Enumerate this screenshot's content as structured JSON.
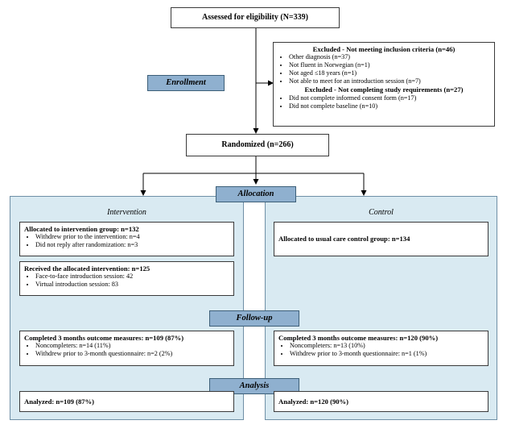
{
  "assessed": "Assessed for eligibility (N=339)",
  "enrollment": "Enrollment",
  "excluded": {
    "heading1": "Excluded - Not meeting inclusion criteria (n=46)",
    "items1": [
      "Other diagnosis (n=37)",
      "Not fluent in Norwegian (n=1)",
      "Not aged ≤18 years (n=1)",
      "Not able to meet for an introduction  session (n=7)"
    ],
    "heading2": "Excluded - Not completing study requirements (n=27)",
    "items2": [
      "Did not complete informed consent form (n=17)",
      "Did not complete baseline (n=10)"
    ]
  },
  "randomized": "Randomized  (n=266)",
  "allocation": "Allocation",
  "follow_up": "Follow-up",
  "analysis": "Analysis",
  "intervention": {
    "title": "Intervention",
    "allocated_heading": "Allocated to intervention group: n=132",
    "allocated_items": [
      "Withdrew prior to the intervention: n=4",
      "Did not reply after randomization:  n=3"
    ],
    "received_heading": "Received the allocated intervention: n=125",
    "received_items": [
      "Face-to-face introduction session: 42",
      "Virtual introduction  session: 83"
    ],
    "completed_heading": "Completed 3 months outcome measures: n=109 (87%)",
    "completed_items": [
      "Noncompleters: n=14 (11%)",
      "Withdrew prior to 3-month questionnaire: n=2 (2%)"
    ],
    "analyzed": "Analyzed: n=109 (87%)"
  },
  "control": {
    "title": "Control",
    "allocated_heading": "Allocated to usual care control group: n=134",
    "completed_heading": "Completed 3 months outcome measures: n=120 (90%)",
    "completed_items": [
      "Noncompleters: n=13 (10%)",
      "Withdrew prior to 3-month questionnaire: n=1 (1%)"
    ],
    "analyzed": "Analyzed: n=120 (90%)"
  },
  "colors": {
    "panel_fill": "#d9eaf2",
    "stage_fill": "#8fb0cf",
    "stage_border": "#3d5f78"
  }
}
